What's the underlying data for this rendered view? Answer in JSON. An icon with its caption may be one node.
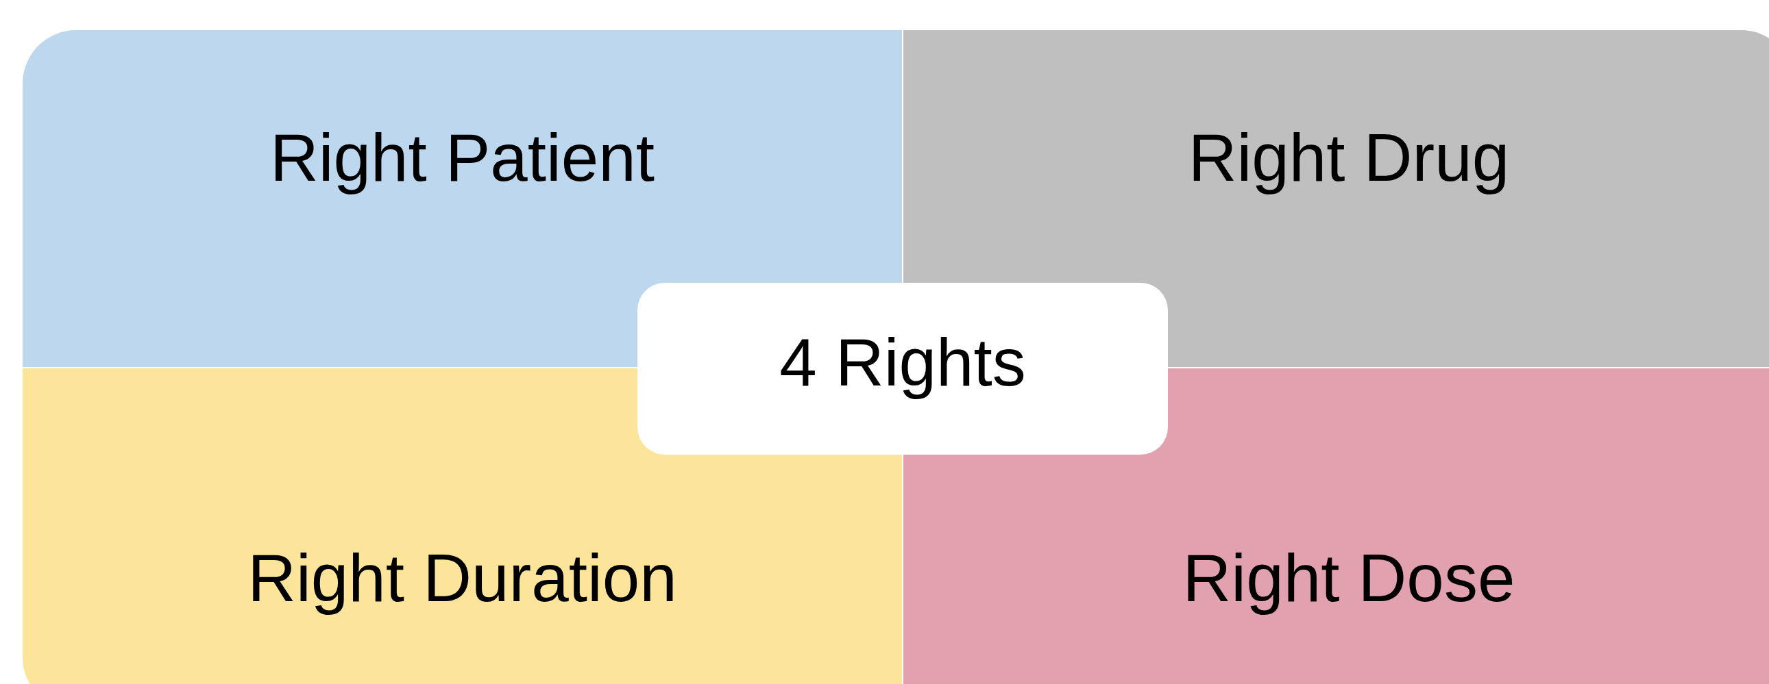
{
  "diagram": {
    "nodes": [
      {
        "text": [
          "Right Patient"
        ]
      },
      {
        "text": [
          "Right Drug"
        ]
      },
      {
        "text": [
          "4 Rights"
        ]
      },
      {
        "text": [
          "Right Duration"
        ]
      },
      {
        "text": [
          "Right Dose"
        ]
      }
    ]
  }
}
